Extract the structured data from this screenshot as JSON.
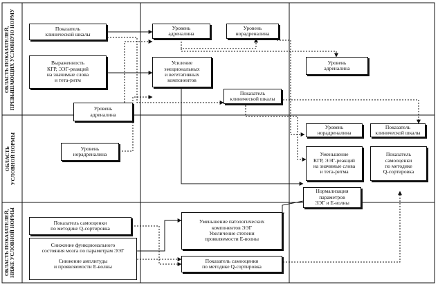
{
  "row_labels": {
    "top": "ОБЛАСТЬ ПОКАЗАТЕЛЕЙ,\nПРЕВЫШАЮЩИХ УСЛОВНУЮ НОРМУ",
    "middle": "ОБЛАСТЬ\nУСЛОВНОЙ НОРМЫ",
    "bottom": "ОБЛАСТЬ ПОКАЗАТЕЛЕЙ,\nНИЖЕ УСЛОВНОЙ НОРМЫ"
  },
  "boxes": {
    "clinical_scale_1": "Показатель\nклинической шкалы",
    "kgr_eeg_1": "Выраженность\nКГР, ЭЭГ-реакций\nна значимые слова\nи тета-ритм",
    "adrenaline_bottom_left": "Уровень\nадреналина",
    "noradrenaline_left": "Уровень\nнорадреналина",
    "self_assessment_1": "Показатель самооценки\nпо методике Q-сортировка",
    "functional_state": "Снижение функционального\nсостояния мозга по параметрам ЭЭГ",
    "amplitude": "Снижение амплитуды\nи проявляемости Е-волны",
    "adrenaline_top_mid": "Уровень\nадреналина",
    "emotional": "Усиление\nэмоциональных\nи вегетативных\nкомпонентов",
    "pathological": "Уменьшение патологических\nкомпонентов ЭЭГ\nУвеличение степени\nпроявляемости Е-волны",
    "self_assessment_2": "Показатель самооценки\nпо методике Q-сортировка",
    "noradrenaline_top": "Уровень\nнорадреналина",
    "clinical_scale_2": "Показатель\nклинической шкалы",
    "adrenaline_right": "Уровень\nадреналина",
    "noradrenaline_right": "Уровень\nнорадреналина",
    "clinical_scale_3": "Показатель\nклинической шкалы",
    "kgr_decrease": "Уменьшение\nКГР, ЭЭГ-реакций\nна значимые слова\nи тета-ритма",
    "self_assessment_3": "Показатель\nсамооценки\nпо методике\nQ-сортировка",
    "normalization": "Нормализация\nпараметров\nЭЭГ и Е-волны"
  }
}
